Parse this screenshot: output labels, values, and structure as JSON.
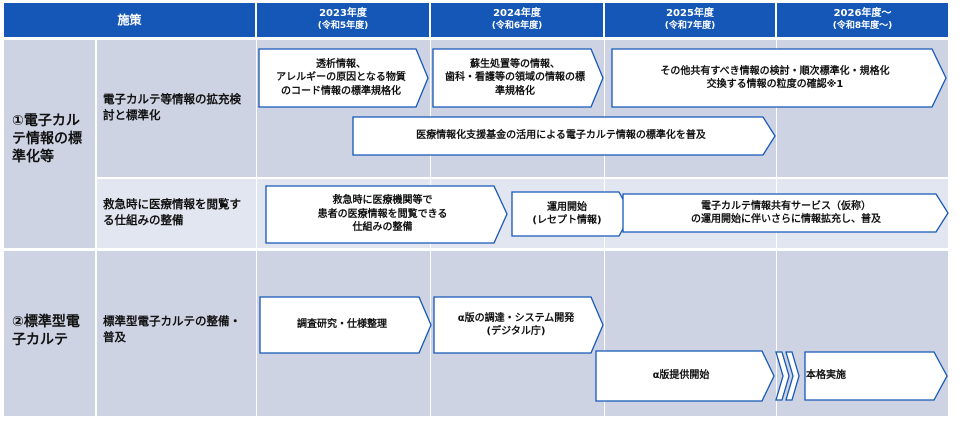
{
  "header": {
    "policy": "施策",
    "years": [
      {
        "line1": "2023年度",
        "line2": "(令和5年度)"
      },
      {
        "line1": "2024年度",
        "line2": "(令和6年度)"
      },
      {
        "line1": "2025年度",
        "line2": "(令和7年度)"
      },
      {
        "line1": "2026年度～",
        "line2": "(令和8年度～)"
      }
    ]
  },
  "sections": [
    {
      "title": "①電子カルテ情報の標準化等",
      "rows": [
        {
          "label": "電子カルテ等情報の拡充検討と標準化",
          "arrows": [
            {
              "lines": [
                "透析情報、",
                "アレルギーの原因となる物質",
                "のコード情報の標準規格化"
              ]
            },
            {
              "lines": [
                "蘇生処置等の情報、",
                "歯科・看護等の領域の情報の標",
                "準規格化"
              ]
            },
            {
              "lines": [
                "その他共有すべき情報の検討・順次標準化・規格化",
                "交換する情報の粒度の確認※1"
              ]
            },
            {
              "lines": [
                "医療情報化支援基金の活用による電子カルテ情報の標準化を普及"
              ]
            }
          ]
        },
        {
          "label": "救急時に医療情報を閲覧する仕組みの整備",
          "arrows": [
            {
              "lines": [
                "救急時に医療機関等で",
                "患者の医療情報を閲覧できる",
                "仕組みの整備"
              ]
            },
            {
              "lines": [
                "運用開始",
                "(レセプト情報)"
              ]
            },
            {
              "lines": [
                "電子カルテ情報共有サービス（仮称）",
                "の運用開始に伴いさらに情報拡充し、普及"
              ]
            }
          ]
        }
      ]
    },
    {
      "title": "②標準型電子カルテ",
      "rows": [
        {
          "label": "標準型電子カルテの整備・普及",
          "arrows": [
            {
              "lines": [
                "調査研究・仕様整理"
              ]
            },
            {
              "lines": [
                "α版の調達・システム開発",
                "(デジタル庁)"
              ]
            },
            {
              "lines": [
                "α版提供開始"
              ]
            },
            {
              "lines": [
                "本格実施"
              ]
            }
          ]
        }
      ]
    }
  ],
  "colors": {
    "header": "#1557b7",
    "cell_dark": "#cdd3e3",
    "cell_light": "#e2e6f0",
    "arrow_border": "#1557b7",
    "arrow_fill": "#ffffff"
  }
}
